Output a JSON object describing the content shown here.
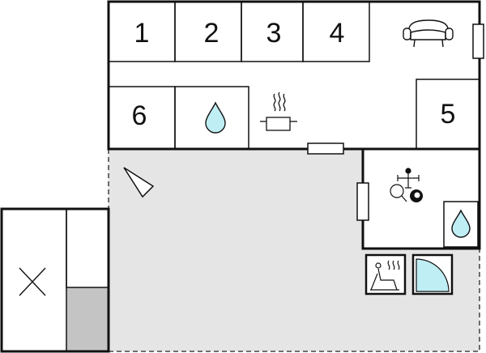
{
  "floorplan": {
    "rooms": [
      {
        "id": "1",
        "label": "1",
        "type": "bedroom"
      },
      {
        "id": "2",
        "label": "2",
        "type": "bedroom"
      },
      {
        "id": "3",
        "label": "3",
        "type": "bedroom"
      },
      {
        "id": "4",
        "label": "4",
        "type": "bedroom"
      },
      {
        "id": "5",
        "label": "5",
        "type": "bedroom"
      },
      {
        "id": "6",
        "label": "6",
        "type": "bedroom"
      },
      {
        "id": "bath-upper",
        "type": "bathroom",
        "icon": "water-drop-icon"
      },
      {
        "id": "bath-lower",
        "type": "bathroom",
        "icon": "water-drop-icon"
      },
      {
        "id": "living",
        "type": "living-room",
        "icon": "sofa-icon"
      },
      {
        "id": "kitchen",
        "type": "kitchen",
        "icon": "cooking-pot-icon"
      },
      {
        "id": "game-room",
        "type": "game-room",
        "icons": [
          "table-football-icon",
          "table-tennis-icon",
          "billiard-ball-icon"
        ]
      },
      {
        "id": "sauna",
        "type": "sauna",
        "icon": "sauna-icon"
      },
      {
        "id": "pool",
        "type": "pool",
        "icon": "pool-icon"
      },
      {
        "id": "terrace",
        "type": "terrace"
      },
      {
        "id": "garage",
        "type": "annex",
        "icon": "x-cross-icon"
      }
    ],
    "icons": [
      "sofa-icon",
      "cooking-pot-icon",
      "water-drop-icon",
      "table-football-icon",
      "table-tennis-icon",
      "billiard-ball-icon",
      "sauna-icon",
      "pool-icon",
      "compass-arrow-icon",
      "x-cross-icon"
    ],
    "colors": {
      "wall": "#111111",
      "terrace": "#e5e5e5",
      "annex_shade": "#c4c4c4",
      "water": "#bfeef4",
      "pool": "#bfeef4",
      "background": "#ffffff"
    }
  }
}
